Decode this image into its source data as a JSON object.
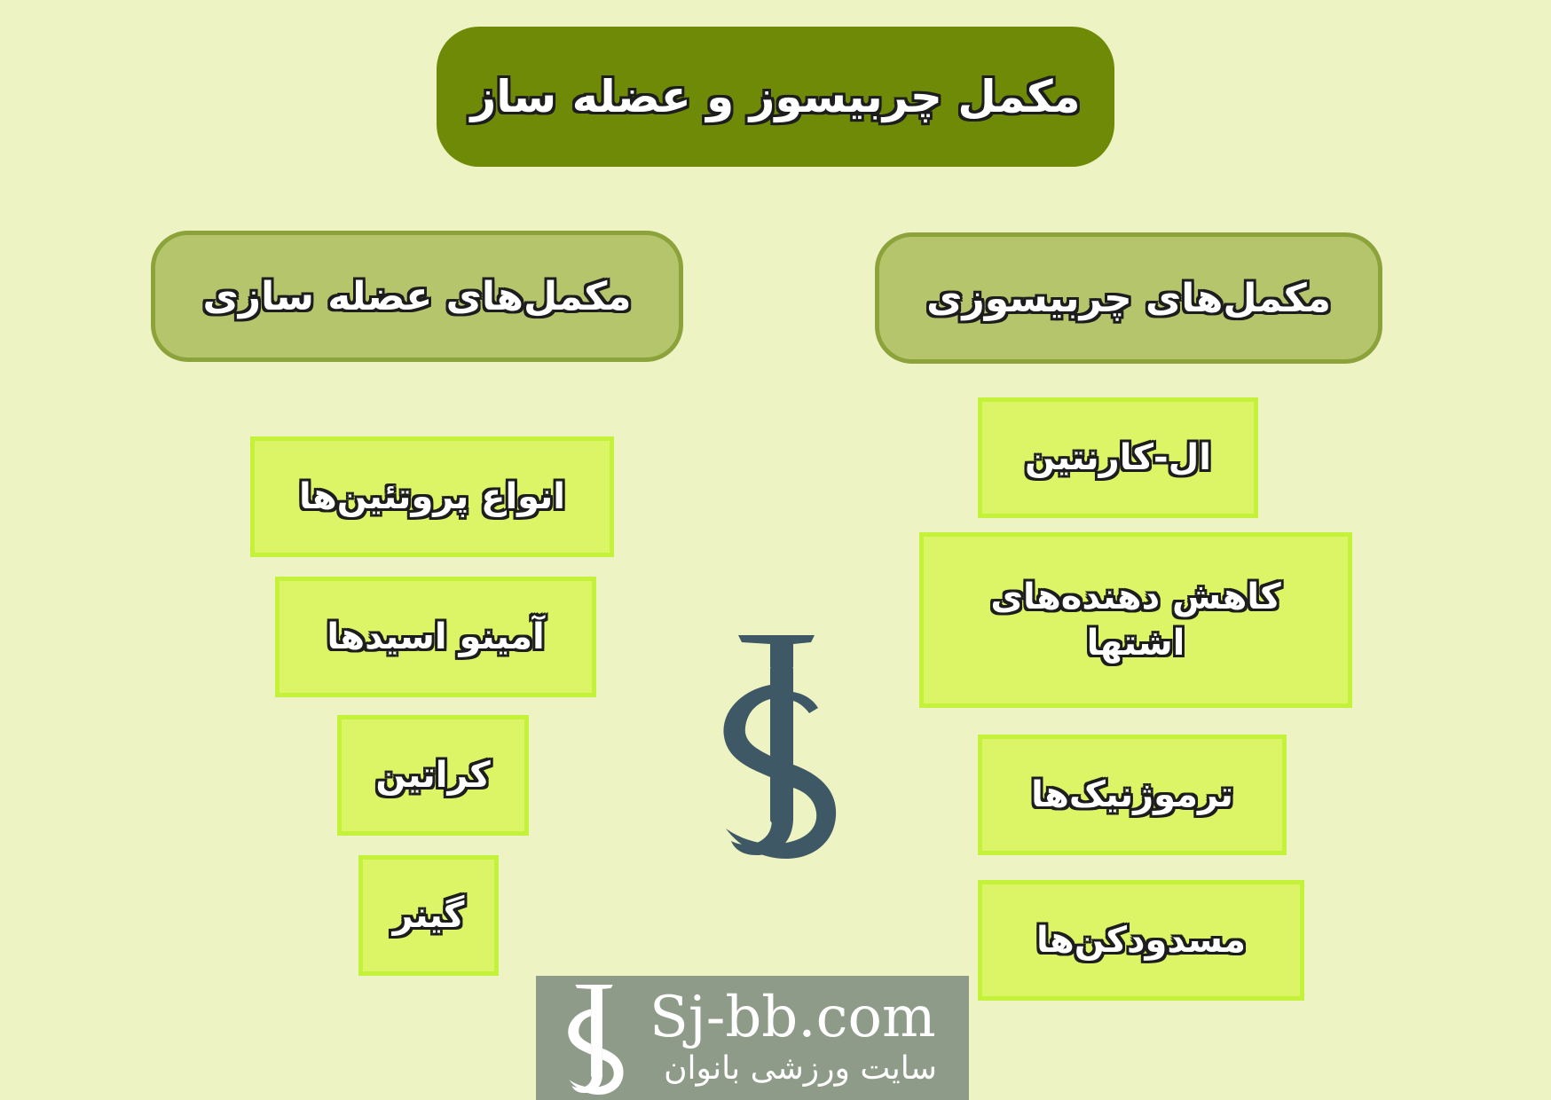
{
  "title": "مکمل چربیسوز و عضله ساز",
  "categories": {
    "fat_burning": "مکمل‌های چربیسوزی",
    "muscle_building": "مکمل‌های عضله سازی"
  },
  "fat_burning_items": [
    "ال-کارنتین",
    "کاهش دهنده‌های اشتها",
    "ترموژنیک‌ها",
    "مسدودکن‌ها"
  ],
  "muscle_building_items": [
    "انواع پروتئین‌ها",
    "آمینو اسیدها",
    "کراتین",
    "گینر"
  ],
  "watermark": {
    "domain": "Sj-bb.com",
    "subtitle": "سایت ورزشی بانوان"
  },
  "colors": {
    "background": "#eef3c3",
    "title_fill": "#6e8a06",
    "category_fill": "#b4c56c",
    "item_fill": "#dcf566",
    "logo": "#3f5866"
  }
}
